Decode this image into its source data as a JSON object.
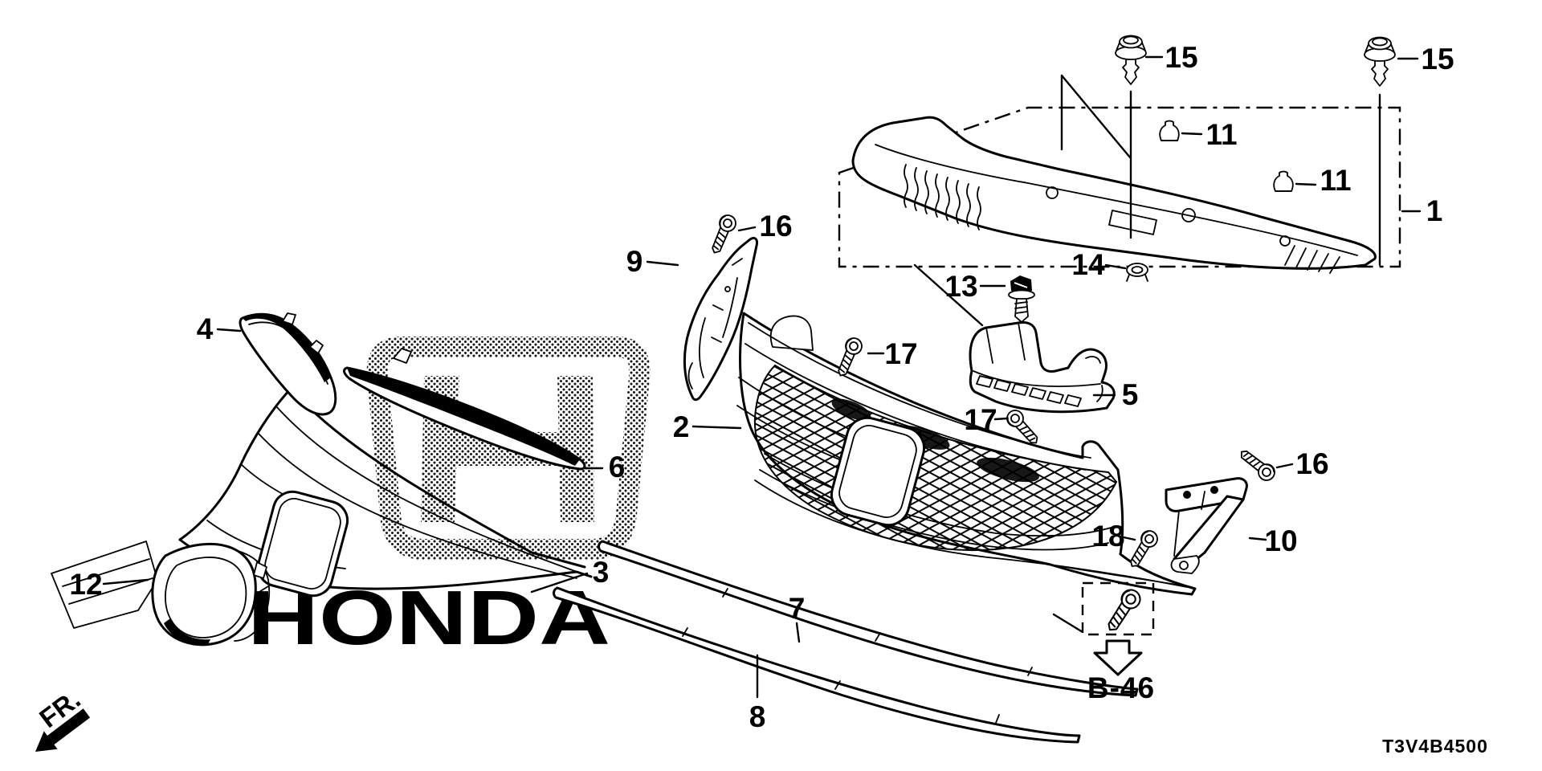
{
  "diagram": {
    "code": "T3V4B4500",
    "direction_label": "FR.",
    "ref_box_label": "B-46",
    "watermark": {
      "brand_text": "HONDA",
      "logo_letter": "H"
    },
    "callouts": {
      "c1": "1",
      "c2": "2",
      "c3": "3",
      "c4": "4",
      "c5": "5",
      "c6": "6",
      "c7": "7",
      "c8": "8",
      "c9": "9",
      "c10": "10",
      "c11a": "11",
      "c11b": "11",
      "c12": "12",
      "c13": "13",
      "c14": "14",
      "c15a": "15",
      "c15b": "15",
      "c16a": "16",
      "c16b": "16",
      "c17a": "17",
      "c17b": "17",
      "c18": "18"
    },
    "colors": {
      "ink": "#000000",
      "paper": "#ffffff"
    }
  }
}
